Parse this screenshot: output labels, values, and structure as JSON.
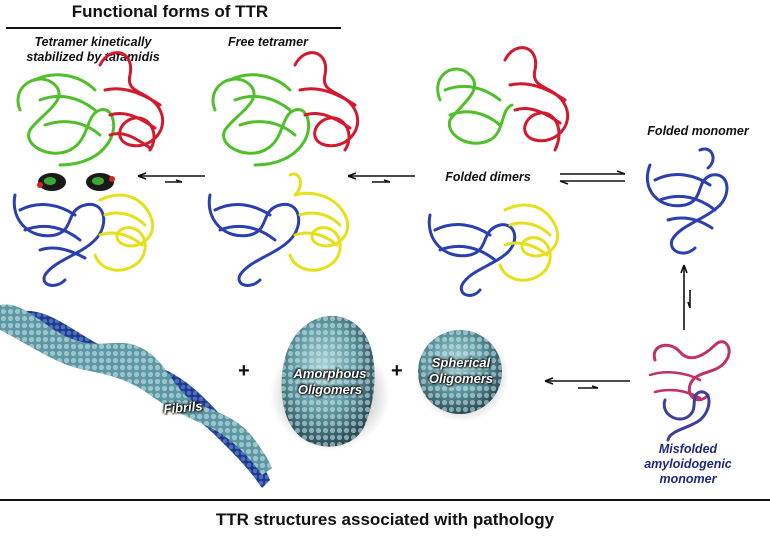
{
  "header": {
    "title": "Functional forms of TTR"
  },
  "footer": {
    "title": "TTR structures associated with pathology"
  },
  "labels": {
    "stabilized_line1": "Tetramer kinetically",
    "stabilized_line2": "stabilized by tafamidis",
    "free_tetramer": "Free tetramer",
    "folded_dimers": "Folded dimers",
    "folded_monomer": "Folded monomer",
    "misfolded_line1": "Misfolded",
    "misfolded_line2": "amyloidogenic",
    "misfolded_line3": "monomer",
    "fibrils": "Fibrils",
    "amorphous_line1": "Amorphous",
    "amorphous_line2": "Oligomers",
    "spherical_line1": "Spherical",
    "spherical_line2": "Oligomers",
    "plus": "+"
  },
  "colors": {
    "chain_green": "#4fbf2a",
    "chain_red": "#d3192d",
    "chain_blue": "#2a3fb0",
    "chain_yellow": "#e6e01c",
    "misfolded_magenta": "#c0306a",
    "oligomer_teal": "#4e8a96",
    "fibril_navy": "#1e3a8c",
    "arrow": "#111111"
  }
}
